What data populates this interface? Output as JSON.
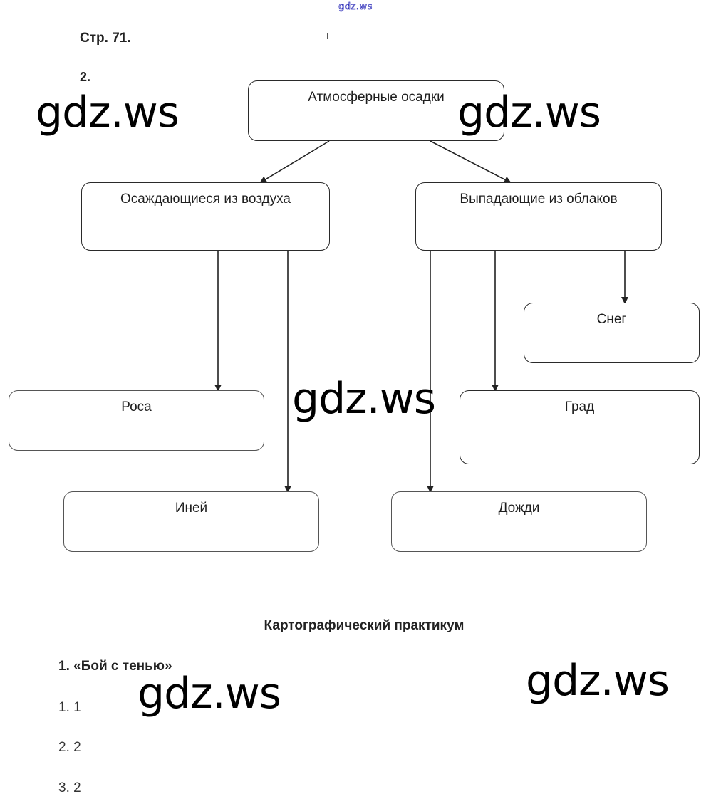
{
  "header": {
    "site_link": "gdz.ws",
    "page_label": "Стр. 71.",
    "task_number": "2."
  },
  "diagram": {
    "root": "Атмосферные осадки",
    "left_branch": "Осаждающиеся из воздуха",
    "right_branch": "Выпадающие из облаков",
    "left_children": [
      "Роса",
      "Иней"
    ],
    "right_children": [
      "Снег",
      "Град",
      "Дожди"
    ]
  },
  "practicum": {
    "title": "Картографический практикум",
    "subtitle": "1. «Бой с тенью»",
    "answers": [
      "1. 1",
      "2. 2",
      "3. 2"
    ]
  },
  "watermarks": [
    "gdz.ws",
    "gdz.ws",
    "gdz.ws",
    "gdz.ws",
    "gdz.ws"
  ]
}
